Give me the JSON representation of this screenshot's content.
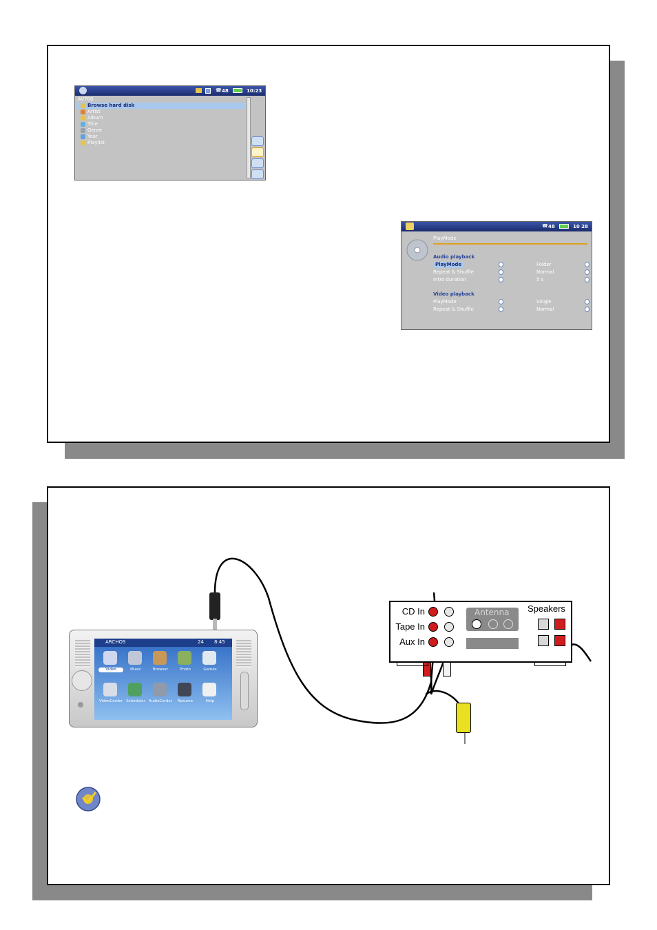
{
  "music_browser": {
    "status_volume": "48",
    "status_time": "10:23",
    "root_label": "AV700",
    "items": [
      "Browse hard disk",
      "Artist",
      "Album",
      "Title",
      "Genre",
      "Year",
      "Playlist"
    ]
  },
  "playmode_settings": {
    "status_volume": "48",
    "status_time": "10 28",
    "heading": "PlayMode",
    "audio_section": "Audio playback",
    "audio_rows": [
      {
        "label": "PlayMode",
        "value": "Folder"
      },
      {
        "label": "Repeat & Shuffle",
        "value": "Normal"
      },
      {
        "label": "Intro duration",
        "value": "5 s"
      }
    ],
    "video_section": "Video playback",
    "video_rows": [
      {
        "label": "PlayMode",
        "value": "Single"
      },
      {
        "label": "Repeat & Shuffle",
        "value": "Normal"
      }
    ]
  },
  "device": {
    "brand": "ARCHOS",
    "status_volume": "24",
    "status_time": "8:45",
    "apps": [
      "Video",
      "Music",
      "Browser",
      "Photo",
      "Games",
      "VideoCorder",
      "Scheduler",
      "AudioCorder",
      "Resume",
      "Help"
    ]
  },
  "stereo": {
    "inputs": [
      "CD In",
      "Tape In",
      "Aux In"
    ],
    "antenna_label": "Antenna",
    "speakers_label": "Speakers"
  },
  "colors": {
    "shadow": "#898989",
    "selection": "#a8c8ee",
    "jack_red": "#d01c1c",
    "plug_yellow": "#e8e020"
  }
}
